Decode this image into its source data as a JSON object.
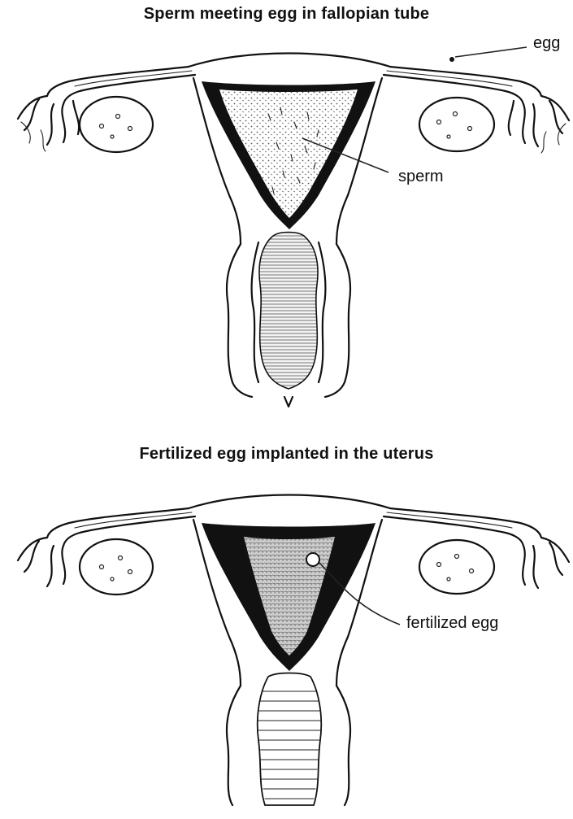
{
  "diagrams": [
    {
      "title": "Sperm meeting egg in fallopian tube",
      "labels": {
        "egg": "egg",
        "sperm": "sperm"
      }
    },
    {
      "title": "Fertilized egg implanted in the uterus",
      "labels": {
        "fertilized_egg": "fertilized egg"
      }
    }
  ],
  "colors": {
    "ink": "#111111",
    "background": "#ffffff",
    "stipple": "#555555"
  }
}
